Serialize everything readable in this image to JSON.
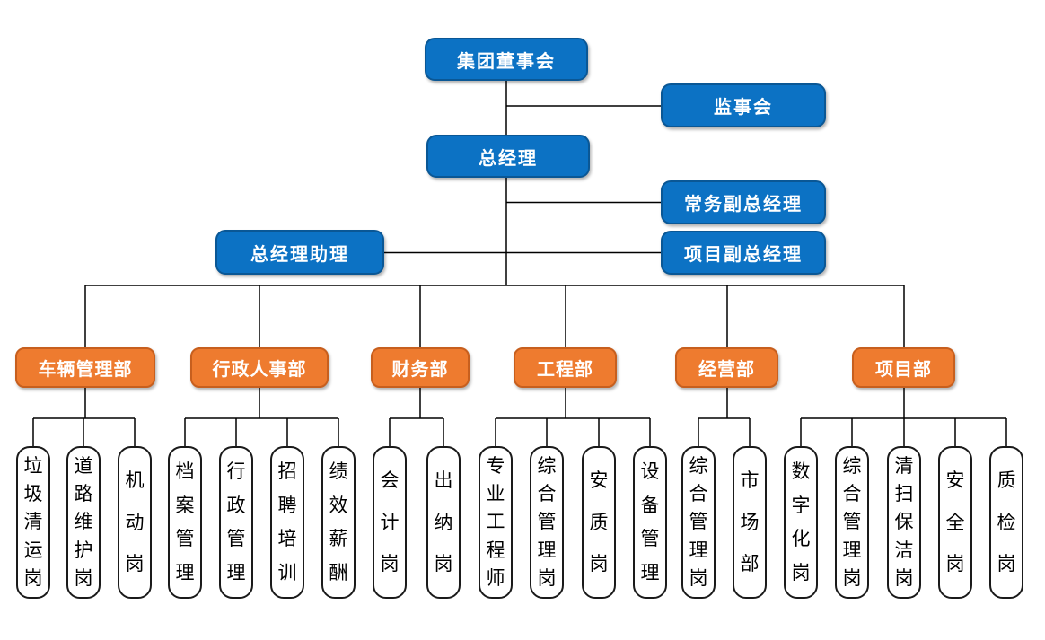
{
  "diagram": {
    "type": "org-chart",
    "colors": {
      "executive_fill": "#0C72C4",
      "executive_border": "#0A5795",
      "department_fill": "#EE7B2F",
      "department_border": "#C75F1E",
      "position_fill": "#FFFFFF",
      "position_border": "#1A1A1A",
      "connector": "#000000",
      "text_on_fill": "#FFFFFF",
      "text_on_white": "#000000"
    },
    "executives": {
      "board": "集团董事会",
      "supervisory_board": "监事会",
      "general_manager": "总经理",
      "executive_deputy_gm": "常务副总经理",
      "gm_assistant": "总经理助理",
      "project_deputy_gm": "项目副总经理"
    },
    "departments": [
      {
        "label": "车辆管理部",
        "positions": [
          "垃圾清运岗",
          "道路维护岗",
          "机动岗"
        ]
      },
      {
        "label": "行政人事部",
        "positions": [
          "档案管理",
          "行政管理",
          "招聘培训",
          "绩效薪酬"
        ]
      },
      {
        "label": "财务部",
        "positions": [
          "会计岗",
          "出纳岗"
        ]
      },
      {
        "label": "工程部",
        "positions": [
          "专业工程师",
          "综合管理岗",
          "安质岗",
          "设备管理"
        ]
      },
      {
        "label": "经营部",
        "positions": [
          "综合管理岗",
          "市场部"
        ]
      },
      {
        "label": "项目部",
        "positions": [
          "数字化岗",
          "综合管理岗",
          "清扫保洁岗",
          "安全岗",
          "质检岗"
        ]
      }
    ]
  }
}
